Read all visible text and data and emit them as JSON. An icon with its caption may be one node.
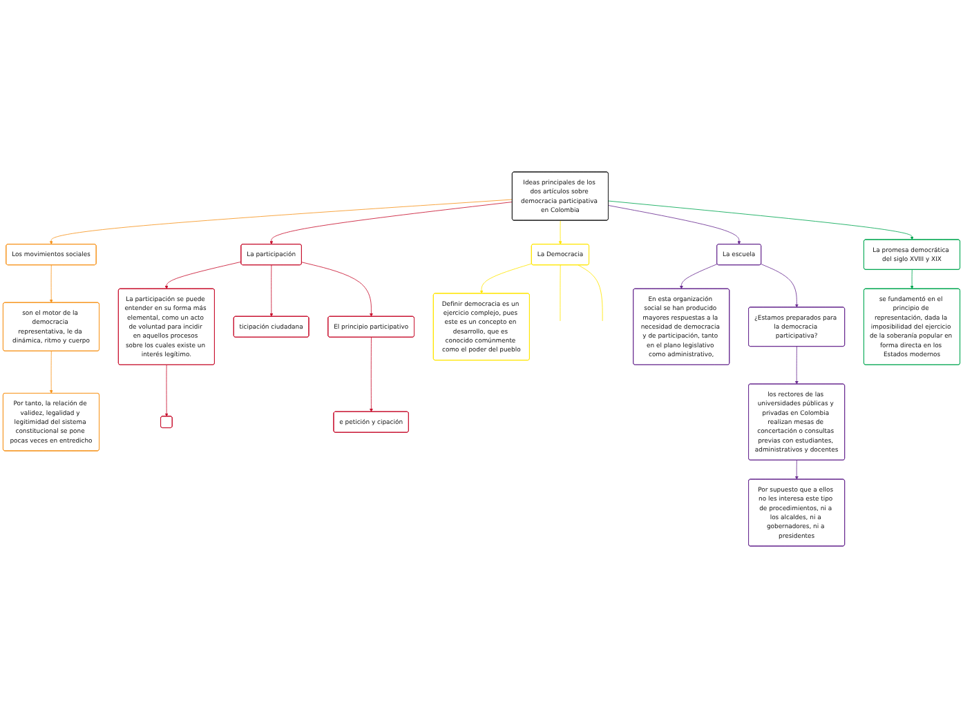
{
  "diagram": {
    "nodes": [
      {
        "text": [
          "Ideas principales de los dos artículos sobre democracia participativa en Colombia"
        ]
      },
      {
        "text": [
          "Los movimientos sociales"
        ]
      },
      {
        "text": [
          "son el motor de la democracia representativa, le da dinámica, ritmo y cuerpo"
        ]
      },
      {
        "text": [
          "Por tanto, la relación de validez, legalidad y legitimidad del sistema constitucional se pone pocas veces en entredicho"
        ]
      },
      {
        "text": [
          "La participación"
        ]
      },
      {
        "text": [
          "La participación se puede entender en su forma más elemental, como un acto de voluntad para incidir en aquellos procesos sobre los cuales existe un interés legítimo."
        ]
      },
      {
        "text": [],
        "shape": "box"
      },
      {
        "text": [
          "ticipación ciudadana"
        ]
      },
      {
        "text": [
          "El principio participativo"
        ]
      },
      {
        "text": [
          "e petición y cipación"
        ]
      },
      {
        "text": [
          "La Democracia"
        ]
      },
      {
        "text": [
          "Definir democracia es un ejercicio complejo, pues este es un concepto en desarrollo, que es conocido comúnmente como el poder del pueblo"
        ]
      },
      {
        "text": [
          "La escuela"
        ]
      },
      {
        "text": [
          "En esta organización social se han producido mayores respuestas a la necesidad de democracia y de participación, tanto en el plano legislativo como administrativo,"
        ]
      },
      {
        "text": [
          "¿Estamos preparados para la democracia participativa?"
        ]
      },
      {
        "text": [
          "los rectores de las universidades públicas y privadas en Colombia realizan mesas de concertación o consultas previas con estudiantes, administrativos y docentes"
        ]
      },
      {
        "text": [
          "Por supuesto que a ellos no les interesa este tipo de procedimientos, ni a los alcaldes, ni a gobernadores, ni a presidentes"
        ]
      },
      {
        "text": [
          "La promesa democrática del siglo XVIII y XIX"
        ]
      },
      {
        "text": [
          "se fundamentó en el principio de representación, dada la imposibilidad del ejercicio de la soberanía popular en forma directa en los Estados modernos"
        ]
      }
    ],
    "edges": [
      {
        "from": 0,
        "to": 1,
        "arrow": "to",
        "color": "#f7941d"
      },
      {
        "from": 1,
        "to": 2,
        "arrow": "to",
        "color": "#f7941d"
      },
      {
        "from": 2,
        "to": 3,
        "arrow": "to",
        "color": "#f7941d"
      },
      {
        "from": 0,
        "to": 4,
        "arrow": "to"
      },
      {
        "from": 4,
        "to": 5,
        "arrow": "to"
      },
      {
        "from": 5,
        "to": 6,
        "arrow": "to"
      },
      {
        "from": 4,
        "to": 7,
        "arrow": "to"
      },
      {
        "from": 4,
        "to": 8,
        "arrow": "to"
      },
      {
        "from": 8,
        "to": 9,
        "arrow": "to"
      },
      {
        "from": 0,
        "to": 10,
        "arrow": "to",
        "color": "#ffe600"
      },
      {
        "from": 10,
        "to": 11,
        "arrow": "to",
        "color": "#ffe600"
      },
      {
        "from": 10,
        "to": null,
        "arrow": "none",
        "color": "#ffe600"
      },
      {
        "from": 10,
        "to": null,
        "arrow": "none",
        "color": "#ffe600"
      },
      {
        "from": 0,
        "to": 12,
        "arrow": "to",
        "color": "#6a2c91"
      },
      {
        "from": 12,
        "to": 13,
        "arrow": "to",
        "color": "#6a2c91"
      },
      {
        "from": 12,
        "to": 14,
        "arrow": "to",
        "color": "#6a2c91"
      },
      {
        "from": 14,
        "to": 15,
        "arrow": "to",
        "color": "#6a2c91"
      },
      {
        "from": 15,
        "to": 16,
        "arrow": "to",
        "color": "#6a2c91"
      },
      {
        "from": 0,
        "to": 17,
        "arrow": "to",
        "color": "#00a651"
      },
      {
        "from": 17,
        "to": 18,
        "arrow": "to",
        "color": "#00a651"
      }
    ]
  }
}
